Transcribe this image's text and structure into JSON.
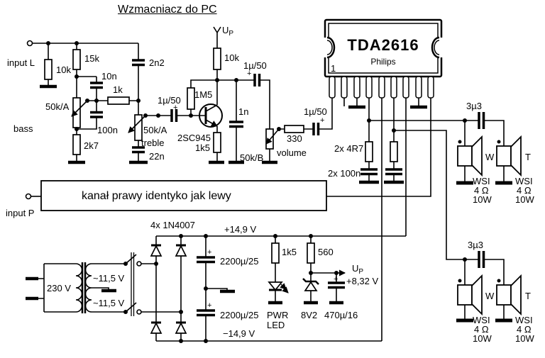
{
  "title": "Wzmacniacz do PC",
  "io": {
    "input_l": "input L",
    "input_p": "input P"
  },
  "sym": {
    "plus": "+"
  },
  "tone": {
    "r_input": "10k",
    "r_series": "15k",
    "c_bass": "10n",
    "c_feed": "2n2",
    "r_mid": "1k",
    "bass_pot": "50k/A",
    "bass_label": "bass",
    "c_bass2": "100n",
    "r_bass": "2k7",
    "c_couple": "1µ/50",
    "treble_pot": "50k/A",
    "treble_label": "treble",
    "c_treble": "22n"
  },
  "preamp": {
    "u": "U",
    "p": "P",
    "r_collector": "10k",
    "c_bypass": "1µ/50",
    "r_feedback": "1M5",
    "transistor": "2SC945",
    "c_filter": "1n",
    "r_emitter": "1k5",
    "volume_pot": "50k/B",
    "volume_label": "volume",
    "r_series": "330",
    "c_out": "1µ/50"
  },
  "amp": {
    "chip": "TDA2616",
    "brand": "Philips",
    "pin1": "1",
    "r_zobel": "2x 4R7",
    "c_zobel": "2x 100n"
  },
  "out": {
    "c_tweeter": "3µ3",
    "w": "W",
    "t": "T",
    "brand": "WSI",
    "impedance": "4 Ω",
    "power": "10W"
  },
  "right": {
    "note": "kanał prawy identyko jak lewy"
  },
  "psu": {
    "rectifier": "4x 1N4007",
    "mains": "230 V",
    "secondary": "~11,5 V",
    "v_plus": "+14,9 V",
    "v_minus": "−14,9 V",
    "c_main": "2200µ/25",
    "r_led": "1k5",
    "led_line1": "PWR",
    "led_line2": "LED",
    "r_reg": "560",
    "d_zener": "8V2",
    "c_reg": "470µ/16",
    "v_out": "+8,32 V",
    "u": "U",
    "p": "P"
  }
}
